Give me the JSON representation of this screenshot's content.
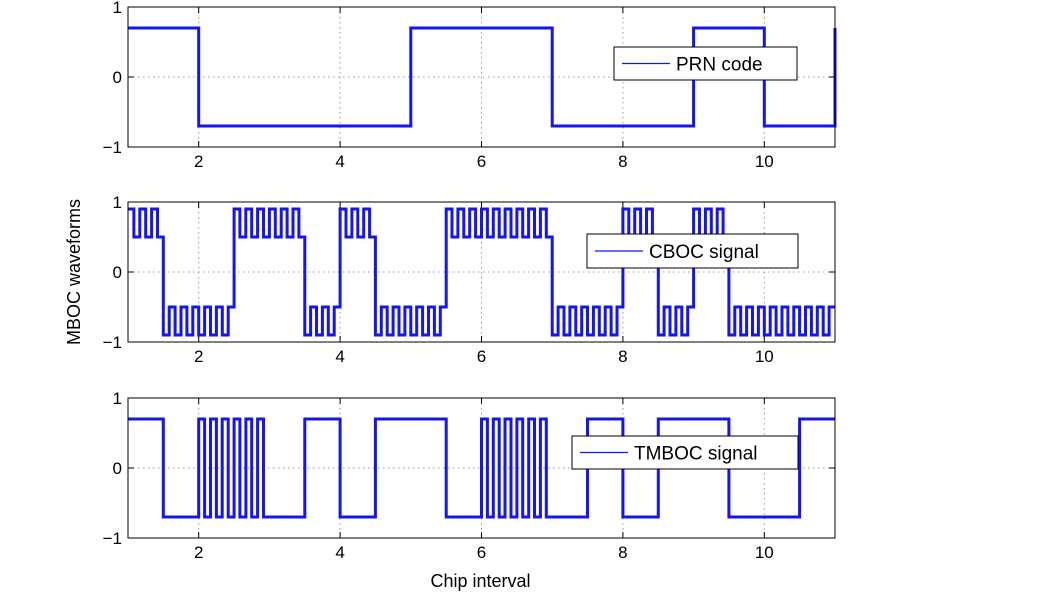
{
  "chart_data": [
    {
      "type": "line",
      "xlim": [
        1,
        11
      ],
      "ylim": [
        -1,
        1
      ],
      "xticks": [
        2,
        4,
        6,
        8,
        10
      ],
      "yticks": [
        -1,
        0,
        1
      ],
      "ytick_labels": [
        "−1",
        "0",
        "1"
      ],
      "grid": true,
      "step": true,
      "legend": "top-right",
      "series": [
        {
          "name": "PRN code",
          "x": [
            1,
            2,
            2,
            5,
            5,
            7,
            7,
            9,
            9,
            10,
            10,
            11,
            11
          ],
          "y": [
            0.7,
            0.7,
            -0.7,
            -0.7,
            0.7,
            0.7,
            -0.7,
            -0.7,
            0.7,
            0.7,
            -0.7,
            -0.7,
            0.7
          ]
        }
      ],
      "color": "#1515ee"
    },
    {
      "type": "line",
      "xlim": [
        1,
        11
      ],
      "ylim": [
        -1,
        1
      ],
      "xticks": [
        2,
        4,
        6,
        8,
        10
      ],
      "yticks": [
        -1,
        0,
        1
      ],
      "ytick_labels": [
        "−1",
        "0",
        "1"
      ],
      "grid": true,
      "step": true,
      "legend": "top-right",
      "series": [
        {
          "name": "CBOC signal",
          "chips": [
            1,
            -1,
            -1,
            1,
            1,
            -1,
            1,
            -1,
            -1,
            1,
            1,
            1,
            -1,
            -1,
            1,
            -1,
            1,
            -1,
            -1,
            -1
          ],
          "chip_x0": 1,
          "chip_width": 0.5,
          "levels": [
            0.9,
            0.5
          ]
        }
      ],
      "color": "#1515ee"
    },
    {
      "type": "line",
      "xlim": [
        1,
        11
      ],
      "ylim": [
        -1,
        1
      ],
      "xticks": [
        2,
        4,
        6,
        8,
        10
      ],
      "yticks": [
        -1,
        0,
        1
      ],
      "ytick_labels": [
        "−1",
        "0",
        "1"
      ],
      "grid": true,
      "step": true,
      "legend": "top-right",
      "series": [
        {
          "name": "TMBOC signal",
          "x": [
            1,
            1.5,
            1.5,
            2,
            2,
            2.083,
            2.083,
            2.167,
            2.167,
            2.25,
            2.25,
            2.333,
            2.333,
            2.417,
            2.417,
            2.5,
            2.5,
            2.583,
            2.583,
            2.667,
            2.667,
            2.75,
            2.75,
            2.833,
            2.833,
            2.917,
            2.917,
            3,
            3,
            3.5,
            3.5,
            4,
            4,
            4.5,
            4.5,
            5.5,
            5.5,
            6,
            6,
            6.083,
            6.083,
            6.167,
            6.167,
            6.25,
            6.25,
            6.333,
            6.333,
            6.417,
            6.417,
            6.5,
            6.5,
            6.583,
            6.583,
            6.667,
            6.667,
            6.75,
            6.75,
            6.833,
            6.833,
            6.917,
            6.917,
            7,
            7,
            7.5,
            7.5,
            8,
            8,
            8.5,
            8.5,
            9.5,
            9.5,
            10.5,
            10.5,
            11
          ],
          "y": [
            0.7,
            0.7,
            -0.7,
            -0.7,
            0.7,
            0.7,
            -0.7,
            -0.7,
            0.7,
            0.7,
            -0.7,
            -0.7,
            0.7,
            0.7,
            -0.7,
            -0.7,
            0.7,
            0.7,
            -0.7,
            -0.7,
            0.7,
            0.7,
            -0.7,
            -0.7,
            0.7,
            0.7,
            -0.7,
            -0.7,
            -0.7,
            -0.7,
            0.7,
            0.7,
            -0.7,
            -0.7,
            0.7,
            0.7,
            -0.7,
            -0.7,
            0.7,
            0.7,
            -0.7,
            -0.7,
            0.7,
            0.7,
            -0.7,
            -0.7,
            0.7,
            0.7,
            -0.7,
            -0.7,
            0.7,
            0.7,
            -0.7,
            -0.7,
            0.7,
            0.7,
            -0.7,
            -0.7,
            0.7,
            0.7,
            -0.7,
            -0.7,
            -0.7,
            -0.7,
            0.7,
            0.7,
            -0.7,
            -0.7,
            0.7,
            0.7,
            -0.7,
            -0.7,
            0.7,
            0.7
          ]
        }
      ],
      "xlabel": "Chip interval",
      "color": "#1515ee"
    }
  ],
  "shared_ylabel": "MBOC waveforms"
}
